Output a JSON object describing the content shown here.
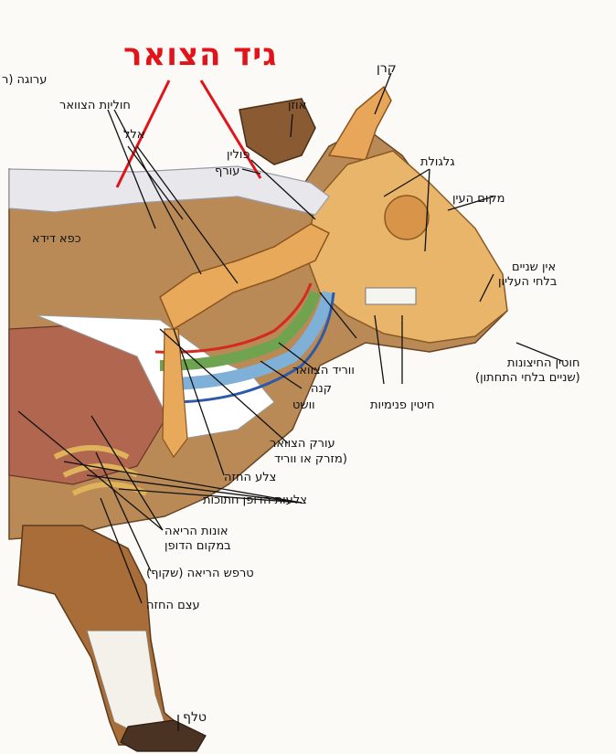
{
  "diagram": {
    "title": "גיד הצואר",
    "labels": {
      "karn": "קרן",
      "arugah": "ערוגה (ר",
      "ozen": "אוזן",
      "choliyot": "חוליות הצוואר",
      "alal": "אלל",
      "polin": "פולין",
      "oref": "עורף",
      "gulgolet": "גלגולת",
      "mekom_ayin": "מקום העין",
      "kaf_dida": "כפא דידא",
      "ein_shinayim_1": "אין שניים",
      "ein_shinayim_2": "בלחי העליון",
      "chotin_1": "חוטין החיצונות",
      "chotin_2": "(שניים בלחי התחתון)",
      "vorid": "ווריד הצוואר",
      "kaneh": "קנה",
      "veshet": "וושט",
      "chitin": "חיטין פנימיות",
      "orek_1": "עורק הצוואר",
      "orek_2": "(מזרק או ווריד",
      "tzela": "צלע החזה",
      "tzlaot": "צלעות הדופן חתוכות",
      "onot_1": "אונות הריאה",
      "onot_2": "במקום הדופן",
      "terpash": "טרפש הריאה (שקוף)",
      "etzem": "עצם החזה",
      "telef": "טלף"
    }
  }
}
